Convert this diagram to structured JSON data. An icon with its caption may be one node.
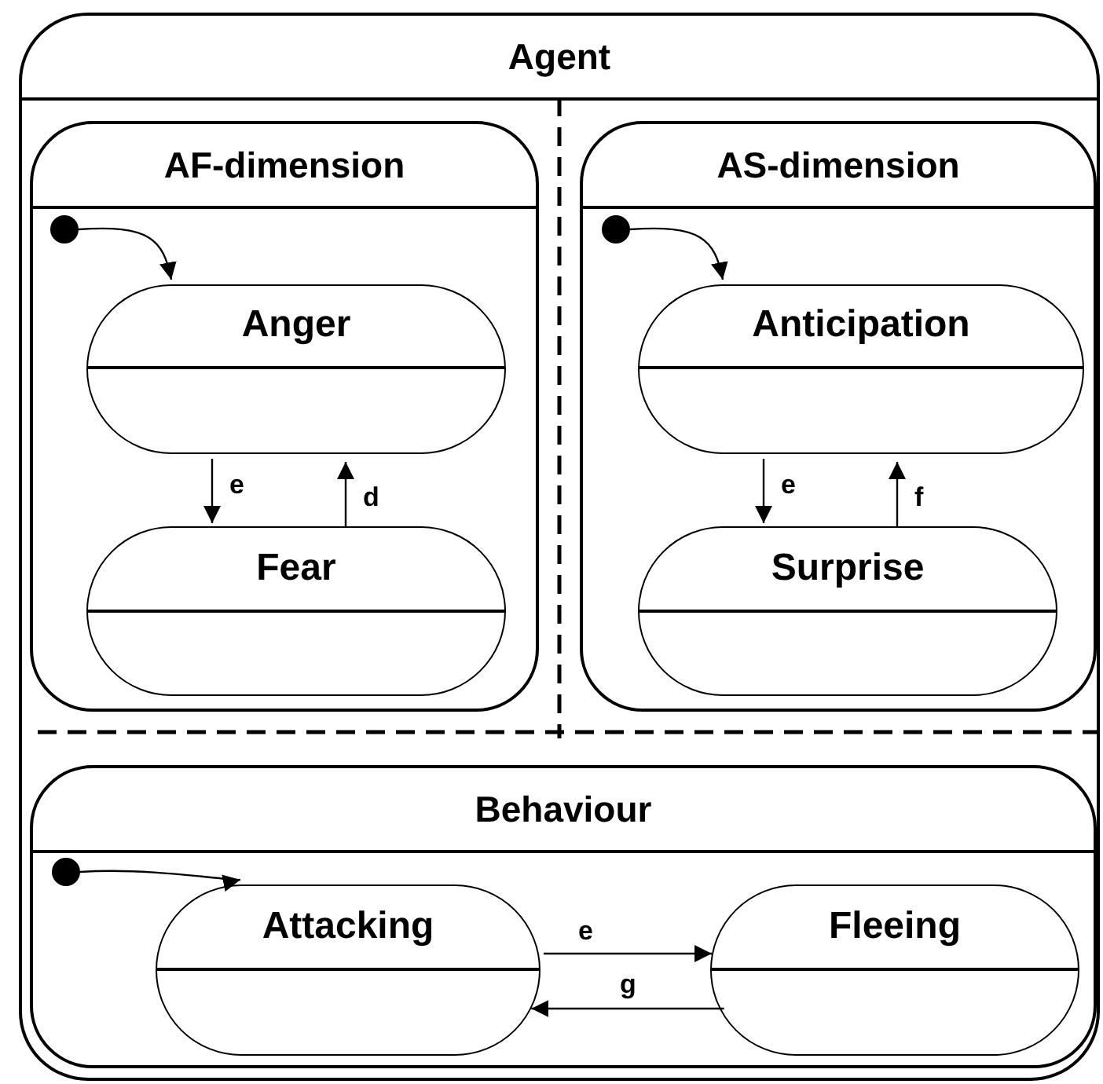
{
  "diagram": {
    "nodes": [
      {
        "text": [
          "Agent"
        ]
      },
      {
        "text": [
          "AF-dimension"
        ],
        "in": 0
      },
      {
        "text": [],
        "shape": "circle",
        "in": 1
      },
      {
        "text": [
          "Anger"
        ],
        "in": 1
      },
      {
        "text": [
          "Fear"
        ],
        "in": 1
      },
      {
        "text": [
          "AS-dimension"
        ],
        "in": 0
      },
      {
        "text": [],
        "shape": "circle",
        "in": 5
      },
      {
        "text": [
          "Anticipation"
        ],
        "in": 5
      },
      {
        "text": [
          "Surprise"
        ],
        "in": 5
      },
      {
        "text": [
          "Behaviour"
        ],
        "in": 0
      },
      {
        "text": [],
        "shape": "circle",
        "in": 9
      },
      {
        "text": [
          "Attacking"
        ],
        "in": 9
      },
      {
        "text": [
          "Fleeing"
        ],
        "in": 9
      }
    ],
    "edges": [
      {
        "from": 2,
        "to": 3,
        "arrow": "to"
      },
      {
        "from": 3,
        "to": 4,
        "arrow": "to",
        "label": "e"
      },
      {
        "from": 4,
        "to": 3,
        "arrow": "to",
        "label": "d"
      },
      {
        "from": 6,
        "to": 7,
        "arrow": "to"
      },
      {
        "from": 7,
        "to": 8,
        "arrow": "to",
        "label": "e"
      },
      {
        "from": 8,
        "to": 7,
        "arrow": "to",
        "label": "f"
      },
      {
        "from": 10,
        "to": 11,
        "arrow": "to"
      },
      {
        "from": 11,
        "to": 12,
        "arrow": "to",
        "label": "e"
      },
      {
        "from": 12,
        "to": 11,
        "arrow": "to",
        "label": "g"
      }
    ]
  }
}
